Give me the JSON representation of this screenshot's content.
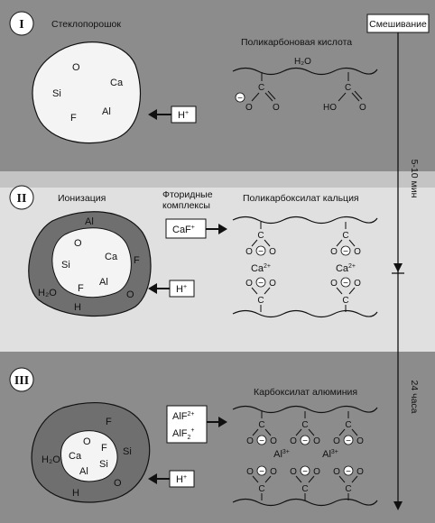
{
  "panel_numbers": [
    "I",
    "II",
    "III"
  ],
  "mixing_label": "Смешивание",
  "time_labels": {
    "first": "5-10 мин",
    "second": "24 часа"
  },
  "panel1": {
    "title": "Стеклопорошок",
    "particle_elements": [
      "O",
      "Ca",
      "Si",
      "F",
      "Al"
    ],
    "acid_title": "Поликарбоновая кислота",
    "water": "H₂O",
    "carbon": "C",
    "oxygen": "O",
    "minus": "−",
    "ho": "HO",
    "proton": {
      "base": "H",
      "sup": "+"
    }
  },
  "panel2": {
    "title": "Ионизация",
    "fluoride_title_line1": "Фторидные",
    "fluoride_title_line2": "комплексы",
    "salt_title": "Поликарбоксилат кальция",
    "cation": {
      "base": "CaF",
      "sup": "+"
    },
    "proton": {
      "base": "H",
      "sup": "+"
    },
    "rim_elements": [
      "Al",
      "F",
      "O",
      "H₂O",
      "H"
    ],
    "core_elements": [
      "O",
      "Ca",
      "Si",
      "F",
      "Al"
    ],
    "ion": {
      "base": "Ca",
      "sup": "2+"
    },
    "carbon": "C",
    "oxygen": "O",
    "minus": "−"
  },
  "panel3": {
    "salt_title": "Карбоксилат алюминия",
    "complex1": {
      "base": "AlF",
      "sup": "2+"
    },
    "complex2": {
      "base": "AlF",
      "sub": "2",
      "sup": "+"
    },
    "proton": {
      "base": "H",
      "sup": "+"
    },
    "rim_elements": [
      "F",
      "Si",
      "O",
      "H₂O",
      "H"
    ],
    "core_elements": [
      "O",
      "Ca",
      "F",
      "Al",
      "Si"
    ],
    "ion": {
      "base": "Al",
      "sup": "3+"
    },
    "carbon": "C",
    "oxygen": "O",
    "minus": "−"
  },
  "colors": {
    "band_dark": "#8c8c8c",
    "band_light": "#e0e0e0",
    "gel": "#6f6f6f",
    "glass": "#f4f4f4",
    "line": "#111111"
  }
}
